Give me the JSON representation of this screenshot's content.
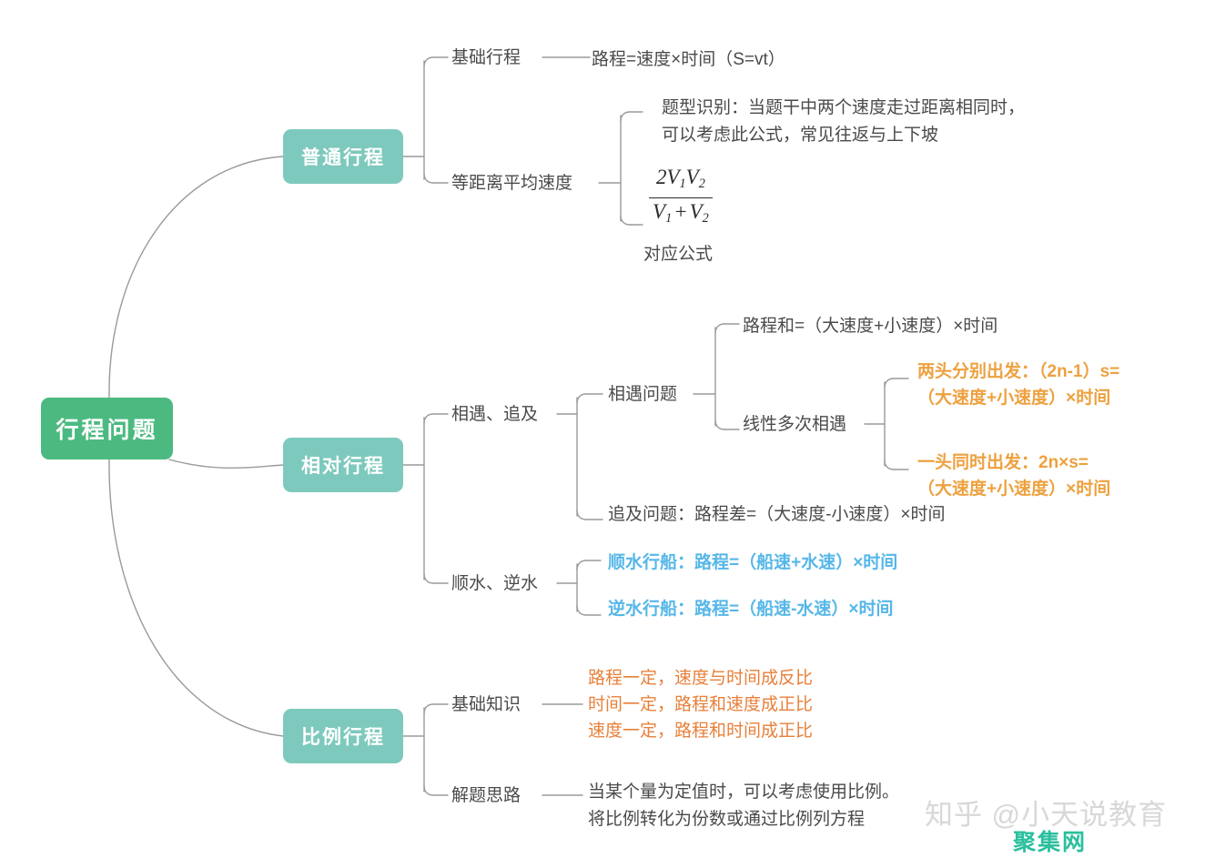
{
  "colors": {
    "root_bg": "#4cba80",
    "branch_bg": "#7ec9bd",
    "wire": "#9a9a9a",
    "text": "#4a4a4a",
    "orange": "#e8803a",
    "orange_bold": "#eda13f",
    "blue": "#56b7e8",
    "watermark": "#d8d8d8",
    "watermark_sub": "#2bbf9e"
  },
  "root": {
    "label": "行程问题"
  },
  "branches": [
    {
      "id": "ordinary",
      "label": "普通行程",
      "topics": [
        {
          "label": "基础行程",
          "leaves": [
            {
              "text": "路程=速度×时间（S=vt）",
              "style": "plain"
            }
          ]
        },
        {
          "label": "等距离平均速度",
          "leaves": [
            {
              "text": "题型识别：当题干中两个速度走过距离相同时，\n可以考虑此公式，常见往返与上下坡",
              "style": "plain"
            },
            {
              "text": "对应公式",
              "style": "plain"
            }
          ],
          "formula": {
            "numerator": "2V1V2",
            "denominator": "V1+V2"
          }
        }
      ]
    },
    {
      "id": "relative",
      "label": "相对行程",
      "topics": [
        {
          "label": "相遇、追及",
          "children": [
            {
              "label": "相遇问题",
              "leaves": [
                {
                  "text": "路程和=（大速度+小速度）×时间",
                  "style": "plain"
                }
              ],
              "children": [
                {
                  "label": "线性多次相遇",
                  "leaves": [
                    {
                      "text": "两头分别出发：（2n-1）s=\n（大速度+小速度）×时间",
                      "style": "orange-bold"
                    },
                    {
                      "text": "一头同时出发：2n×s=\n（大速度+小速度）×时间",
                      "style": "orange-bold"
                    }
                  ]
                }
              ]
            },
            {
              "label": "追及问题：路程差=（大速度-小速度）×时间",
              "style": "plain"
            }
          ]
        },
        {
          "label": "顺水、逆水",
          "leaves": [
            {
              "text": "顺水行船：路程=（船速+水速）×时间",
              "style": "blue"
            },
            {
              "text": "逆水行船：路程=（船速-水速）×时间",
              "style": "blue"
            }
          ]
        }
      ]
    },
    {
      "id": "ratio",
      "label": "比例行程",
      "topics": [
        {
          "label": "基础知识",
          "leaves": [
            {
              "text": "路程一定，速度与时间成反比\n时间一定，路程和速度成正比\n速度一定，路程和时间成正比",
              "style": "orange"
            }
          ]
        },
        {
          "label": "解题思路",
          "leaves": [
            {
              "text": "当某个量为定值时，可以考虑使用比例。\n将比例转化为份数或通过比例列方程",
              "style": "plain"
            }
          ]
        }
      ]
    }
  ],
  "watermark": {
    "main": "知乎 @小天说教育",
    "sub": "聚集网"
  }
}
